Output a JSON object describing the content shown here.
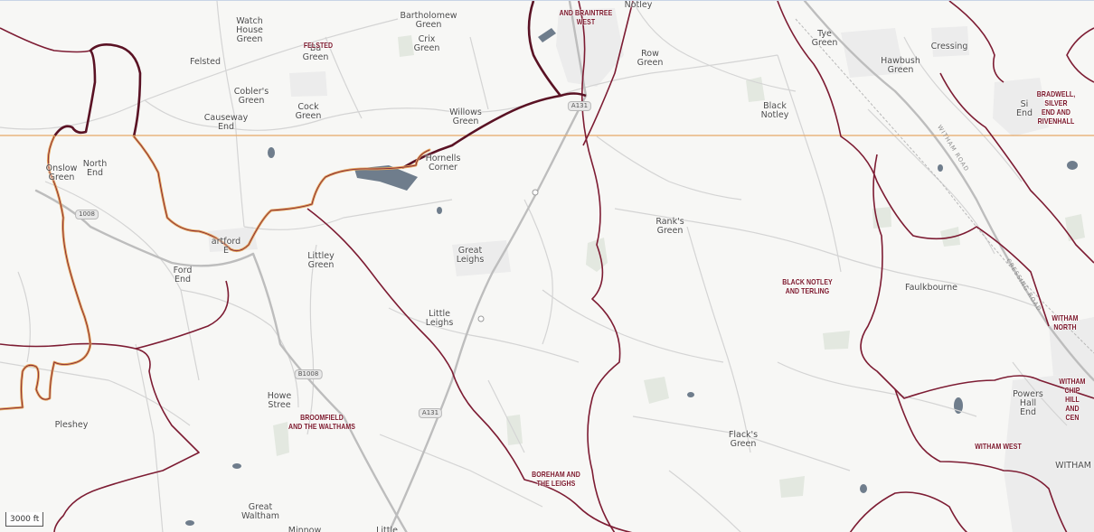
{
  "map": {
    "places": [
      {
        "id": "watch-house-green",
        "label": "Watch\nHouse\nGreen"
      },
      {
        "id": "barnston-green",
        "label": "Ba\nGreen"
      },
      {
        "id": "bartholomew-green",
        "label": "Bartholomew\nGreen"
      },
      {
        "id": "crix-green",
        "label": "Crix\nGreen"
      },
      {
        "id": "notley",
        "label": "Notley"
      },
      {
        "id": "row-green",
        "label": "Row\nGreen"
      },
      {
        "id": "tye-green",
        "label": "Tye\nGreen"
      },
      {
        "id": "hawbush-green",
        "label": "Hawbush\nGreen"
      },
      {
        "id": "cressing",
        "label": "Cressing"
      },
      {
        "id": "felsted",
        "label": "Felsted"
      },
      {
        "id": "coblers-green",
        "label": "Cobler's\nGreen"
      },
      {
        "id": "causeway-end",
        "label": "Causeway\nEnd"
      },
      {
        "id": "cock-green",
        "label": "Cock\nGreen"
      },
      {
        "id": "willows-green",
        "label": "Willows\nGreen"
      },
      {
        "id": "black-notley",
        "label": "Black\nNotley"
      },
      {
        "id": "si-end",
        "label": "Si\nEnd"
      },
      {
        "id": "onslow-green",
        "label": "Onslow\nGreen"
      },
      {
        "id": "north-end",
        "label": "North\nEnd"
      },
      {
        "id": "hornells-corner",
        "label": "Hornells\nCorner"
      },
      {
        "id": "ranks-green",
        "label": "Rank's\nGreen"
      },
      {
        "id": "hartford-end",
        "label": "artford\nE"
      },
      {
        "id": "littley-green",
        "label": "Littley\nGreen"
      },
      {
        "id": "great-leighs",
        "label": "Great\nLeighs"
      },
      {
        "id": "faulkbourne",
        "label": "Faulkbourne"
      },
      {
        "id": "ford-end",
        "label": "Ford\nEnd"
      },
      {
        "id": "little-leighs",
        "label": "Little\nLeighs"
      },
      {
        "id": "powers-hall-end",
        "label": "Powers\nHall\nEnd"
      },
      {
        "id": "pleshey",
        "label": "Pleshey"
      },
      {
        "id": "howe-street",
        "label": "Howe\nStree"
      },
      {
        "id": "flacks-green",
        "label": "Flack's\nGreen"
      },
      {
        "id": "witham",
        "label": "WITHAM"
      },
      {
        "id": "great-waltham",
        "label": "Great\nWaltham"
      },
      {
        "id": "minnow-end",
        "label": "Minnow"
      },
      {
        "id": "little-waltham",
        "label": "Little"
      }
    ],
    "wards": [
      {
        "id": "braintree-west",
        "label": "AND BRAINTREE\nWEST"
      },
      {
        "id": "felsted",
        "label": "FELSTED"
      },
      {
        "id": "bradwell",
        "label": "BRADWELL, SILVER\nEND AND RIVENHALL"
      },
      {
        "id": "black-notley-terling",
        "label": "BLACK NOTLEY\nAND TERLING"
      },
      {
        "id": "witham-north",
        "label": "WITHAM NORTH"
      },
      {
        "id": "witham-chipping-hill",
        "label": "WITHAM CHIP\nHILL AND CEN"
      },
      {
        "id": "broomfield",
        "label": "BROOMFIELD\nAND THE WALTHAMS"
      },
      {
        "id": "witham-west",
        "label": "WITHAM WEST"
      },
      {
        "id": "boreham",
        "label": "BOREHAM AND\nTHE LEIGHS"
      }
    ],
    "road_shields": [
      {
        "id": "a131-north",
        "label": "A131"
      },
      {
        "id": "b1008-west",
        "label": "1008"
      },
      {
        "id": "b1008-south",
        "label": "B1008"
      },
      {
        "id": "a131-south",
        "label": "A131"
      }
    ],
    "road_names": [
      {
        "id": "witham-road",
        "label": "WITHAM ROAD"
      },
      {
        "id": "railway-line",
        "label": "CRESSING ROAD"
      }
    ],
    "scale_label": "3000 ft",
    "colors": {
      "ward_boundary": "#7d1c33",
      "constituency_boundary": "#5a1224",
      "selected_boundary": "#e2a25a",
      "road": "#d0d0d0",
      "major_road": "#bdbdbd",
      "water": "#6f7d8c",
      "woodland": "#dfe6dc",
      "background": "#f7f7f5"
    }
  }
}
